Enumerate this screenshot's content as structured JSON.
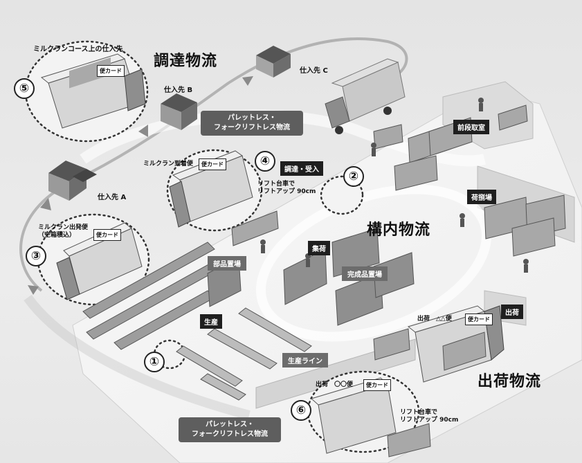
{
  "sections": {
    "procurement": "調達物流",
    "inhouse": "構内物流",
    "shipping": "出荷物流"
  },
  "suppliers": {
    "a": "仕入先 A",
    "b": "仕入先 B",
    "c": "仕入先 C"
  },
  "areas": {
    "front_prep": "前段取室",
    "sorting": "荷捌場",
    "receiving": "調達・受入",
    "picking": "集荷",
    "parts_storage": "部品置場",
    "finished_storage": "完成品置場",
    "production": "生産",
    "production_line": "生産ライン",
    "shipping_tag": "出荷"
  },
  "palletless_top": [
    "パレットレス・",
    "フォークリフトレス物流"
  ],
  "palletless_bottom": [
    "パレットレス・",
    "フォークリフトレス物流"
  ],
  "callouts": {
    "c5_label": "ミルクランコース上の仕入先",
    "c5_card": "便カード",
    "c4_label": "ミルクラン到着便",
    "c4_card": "便カード",
    "c4_lift": [
      "リフト台車で",
      "リフトアップ 90cm"
    ],
    "c3_label": [
      "ミルクラン出発便",
      "（空箱積込）"
    ],
    "c3_card": "便カード",
    "ship1_label": "出荷　△△便",
    "ship1_card": "便カード",
    "ship2_label": "出荷　〇〇便",
    "ship2_card": "便カード",
    "c6_lift": [
      "リフト台車で",
      "リフトアップ 90cm"
    ]
  },
  "numbers": {
    "n1": "①",
    "n2": "②",
    "n3": "③",
    "n4": "④",
    "n5": "⑤",
    "n6": "⑥"
  },
  "colors": {
    "ink": "#1f1f1f",
    "pill": "#5e5e5e",
    "floor": "#f4f4f4",
    "route": "#bdbdbd"
  }
}
